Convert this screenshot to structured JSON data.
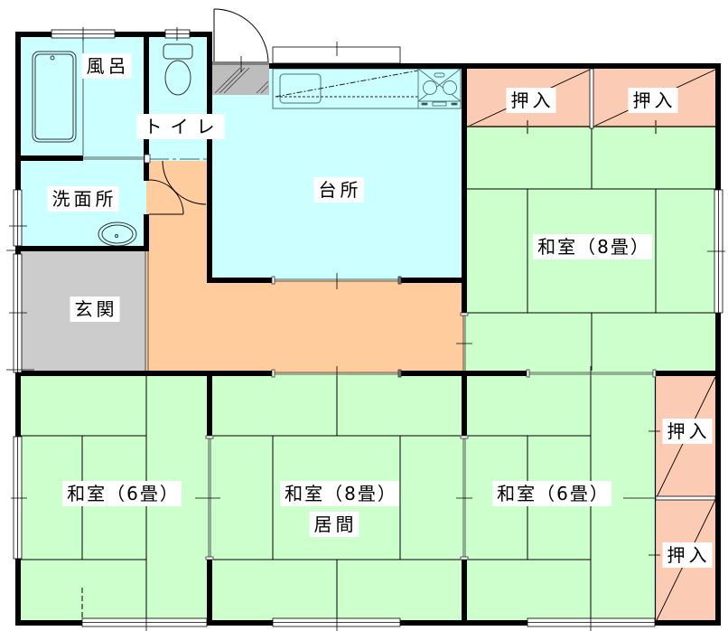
{
  "rooms": {
    "bath": {
      "label": "風呂"
    },
    "toilet": {
      "label": "トイレ"
    },
    "washroom": {
      "label": "洗面所"
    },
    "kitchen": {
      "label": "台所"
    },
    "entrance": {
      "label": "玄関"
    },
    "upper_right_room": {
      "label": "和室（8畳）",
      "closets": [
        {
          "label": "押入"
        },
        {
          "label": "押入"
        }
      ]
    },
    "lower_left_room": {
      "label": "和室（6畳）"
    },
    "lower_middle_room": {
      "label": "和室（8畳）",
      "sublabel": "居間"
    },
    "lower_right_room": {
      "label": "和室（6畳）",
      "closets": [
        {
          "label": "押入"
        },
        {
          "label": "押入"
        }
      ]
    }
  },
  "colors": {
    "wet_area": "#ccffff",
    "tatami": "#ccffcc",
    "hallway": "#ffcc9e",
    "closet": "#fccbb3",
    "entrance": "#cccccc",
    "step": "#bdbdbd",
    "wall": "#000000",
    "counter_line": "#4a7070"
  }
}
